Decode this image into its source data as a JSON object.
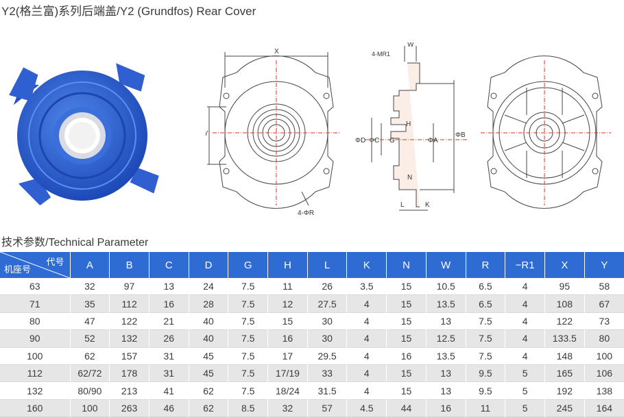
{
  "title": "Y2(格兰富)系列后端盖/Y2 (Grundfos) Rear Cover",
  "subtitle": "技术参数/Technical Parameter",
  "drawing_labels": {
    "x": "X",
    "y": "Y",
    "r4": "4-ΦR",
    "mr1": "4-MR1",
    "w": "W",
    "h": "H",
    "phi_d": "ΦD",
    "phi_c": "ΦC",
    "g": "G",
    "phi_a": "ΦA",
    "phi_b": "ΦB",
    "n": "N",
    "l": "L",
    "k": "K"
  },
  "table": {
    "corner_top": "代号",
    "corner_bottom": "机座号",
    "headers": [
      "A",
      "B",
      "C",
      "D",
      "G",
      "H",
      "L",
      "K",
      "N",
      "W",
      "R",
      "−R1",
      "X",
      "Y"
    ],
    "rows": [
      [
        "63",
        "32",
        "97",
        "13",
        "24",
        "7.5",
        "11",
        "26",
        "3.5",
        "15",
        "10.5",
        "6.5",
        "4",
        "95",
        "58"
      ],
      [
        "71",
        "35",
        "112",
        "16",
        "28",
        "7.5",
        "12",
        "27.5",
        "4",
        "15",
        "13.5",
        "6.5",
        "4",
        "108",
        "67"
      ],
      [
        "80",
        "47",
        "122",
        "21",
        "40",
        "7.5",
        "15",
        "30",
        "4",
        "15",
        "13",
        "7.5",
        "4",
        "122",
        "73"
      ],
      [
        "90",
        "52",
        "132",
        "26",
        "40",
        "7.5",
        "16",
        "30",
        "4",
        "15",
        "12.5",
        "7.5",
        "4",
        "133.5",
        "80"
      ],
      [
        "100",
        "62",
        "157",
        "31",
        "45",
        "7.5",
        "17",
        "29.5",
        "4",
        "16",
        "13.5",
        "7.5",
        "4",
        "148",
        "100"
      ],
      [
        "112",
        "62/72",
        "178",
        "31",
        "45",
        "7.5",
        "17/19",
        "33",
        "4",
        "15",
        "13",
        "9.5",
        "5",
        "165",
        "106"
      ],
      [
        "132",
        "80/90",
        "213",
        "41",
        "62",
        "7.5",
        "18/24",
        "31.5",
        "4",
        "15",
        "13",
        "9.5",
        "5",
        "192",
        "138"
      ],
      [
        "160",
        "100",
        "263",
        "46",
        "62",
        "8.5",
        "32",
        "57",
        "4.5",
        "44",
        "16",
        "11",
        "5",
        "245",
        "164"
      ]
    ]
  },
  "colors": {
    "header_bg": "#2e6bd3",
    "row_alt": "#e6e6e6",
    "product_blue": "#2f5fd0",
    "center_line": "#e0301e"
  }
}
